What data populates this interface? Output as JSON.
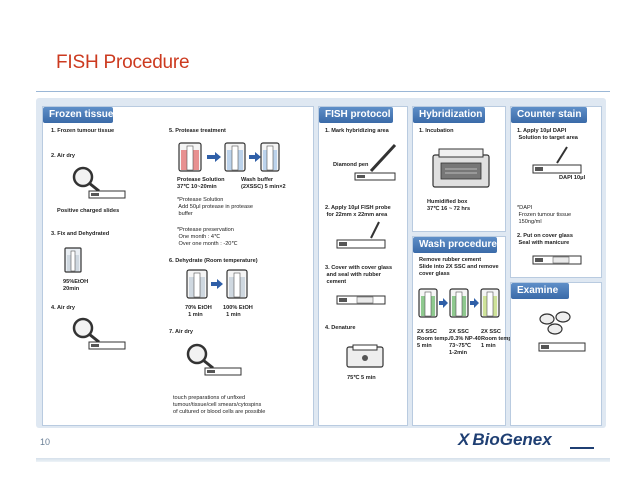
{
  "slide": {
    "title": "FISH Procedure",
    "page_number": "10",
    "logo_mark": "X",
    "logo_text": "BioGenex"
  },
  "frozen_tissue": {
    "header": "Frozen tissue",
    "step1": "1. Frozen tumour tissue",
    "step2": "2. Air dry",
    "slides_label": "Positive charged slides",
    "step3": "3. Fix and Dehydrated",
    "etoh_label": "95%EtOH\n20min",
    "step4": "4. Air dry",
    "step5": "5. Protease treatment",
    "protease_solution": "Protease Solution\n37℃ 10~20min",
    "wash_buffer": "Wash buffer\n(2XSSC) 5 min×2",
    "protease_note": "*Protease Solution\n Add 50μl protease in protease\n buffer",
    "preservation_note": "*Protease preservation\n One month : 4℃\n Over one month : -20℃",
    "step6": "6. Dehydrate (Room temperature)",
    "etoh70": "70% EtOH\n  1 min",
    "etoh100": "100% EtOH\n  1 min",
    "step7": "7. Air dry",
    "touch_note": "touch preparations of unfixed\ntumour/tissue/cell smears/cytospins\nof cultured or blood cells are possible"
  },
  "fish_protocol": {
    "header": "FISH protocol",
    "step1": "1. Mark hybridizing area",
    "diamond_pen": "Diamond pen",
    "step2": "2. Apply 10μl FISH probe\n for 22mm x 22mm area",
    "step3": "3. Cover with cover glass\n and seal with rubber\n cement",
    "step4": "4. Denature",
    "denature_label": "75℃ 5 min"
  },
  "hybridization": {
    "header": "Hybridization",
    "step1": "1. Incubation",
    "humidified": "Humidified box\n37℃ 16 ~ 72 hrs"
  },
  "wash_procedure": {
    "header": "Wash procedure",
    "instructions": "Remove rubber cement\nSlide into 2X SSC and remove\ncover glass",
    "jar1": "2X SSC\nRoom temp.\n5 min",
    "jar2": "2X SSC\n/0.3% NP-40\n73~75℃\n1-2min",
    "jar3": "2X SSC\nRoom temp.\n1 min"
  },
  "counter_stain": {
    "header": "Counter stain",
    "step1": "1. Apply 10μl DAPI\n Solution to target area",
    "dapi_label": "DAPI 10μl",
    "dapi_note": "*DAPI\n Frozen tumour tissue\n 150ng/ml",
    "step2": "2. Put on cover glass\n Seal with manicure"
  },
  "examine": {
    "header": "Examine"
  }
}
